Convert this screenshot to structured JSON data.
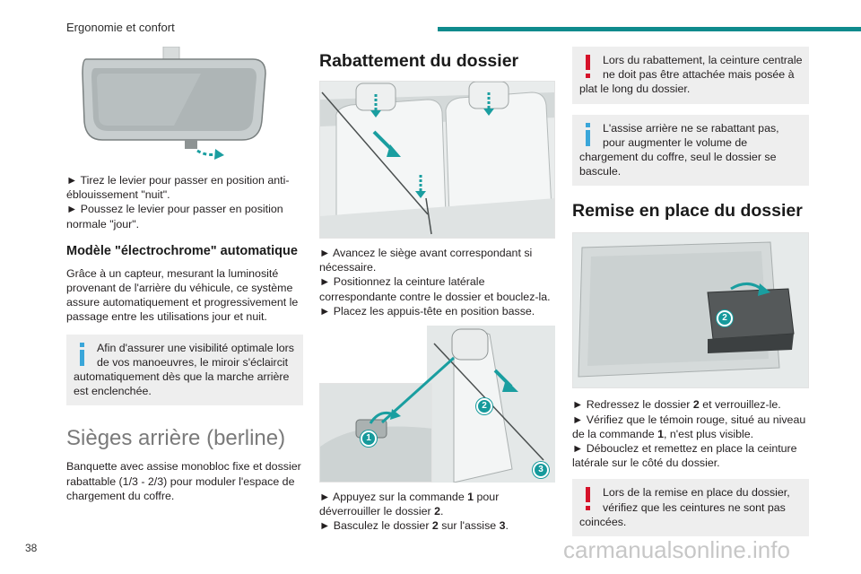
{
  "header": {
    "section_title": "Ergonomie et confort"
  },
  "page_number": "38",
  "watermark": "carmanualsonline.info",
  "col1": {
    "mirror_steps": [
      "► Tirez le levier pour passer en position anti-éblouissement \"nuit\".",
      "► Poussez le levier pour passer en position normale \"jour\"."
    ],
    "electrochrome_heading": "Modèle \"électrochrome\" automatique",
    "electrochrome_text": "Grâce à un capteur, mesurant la luminosité provenant de l'arrière du véhicule, ce système assure automatiquement et progressivement le passage entre les utilisations jour et nuit.",
    "info_note": "Afin d'assurer une visibilité optimale lors de vos manoeuvres, le miroir s'éclaircit automatiquement dès que la marche arrière est enclenchée.",
    "rear_seats_heading": "Sièges arrière (berline)",
    "rear_seats_text": "Banquette avec assise monobloc fixe et dossier rabattable (1/3 - 2/3) pour moduler l'espace de chargement du coffre."
  },
  "col2": {
    "heading": "Rabattement du dossier",
    "steps_a": [
      "► Avancez le siège avant correspondant si nécessaire.",
      "► Positionnez la ceinture latérale correspondante contre le dossier et bouclez-la.",
      "► Placez les appuis-tête en position basse."
    ],
    "step_b1_pre": "► Appuyez sur la commande ",
    "step_b1_num": "1",
    "step_b1_mid": " pour déverrouiller le dossier ",
    "step_b1_num2": "2",
    "step_b1_post": ".",
    "step_b2_pre": "► Basculez le dossier ",
    "step_b2_num": "2",
    "step_b2_mid": " sur l'assise ",
    "step_b2_num2": "3",
    "step_b2_post": ".",
    "callouts": [
      "1",
      "2",
      "3"
    ]
  },
  "col3": {
    "warn_note_1": "Lors du rabattement, la ceinture centrale ne doit pas être attachée mais posée à plat le long du dossier.",
    "info_note": "L'assise arrière ne se rabattant pas, pour augmenter le volume de chargement du coffre, seul le dossier se bascule.",
    "heading": "Remise en place du dossier",
    "callout": "2",
    "step1_pre": "► Redressez le dossier ",
    "step1_num": "2",
    "step1_post": " et verrouillez-le.",
    "step2_pre": "► Vérifiez que le témoin rouge, situé au niveau de la commande ",
    "step2_num": "1",
    "step2_post": ", n'est plus visible.",
    "step3": "► Débouclez et remettez en place la ceinture latérale sur le côté du dossier.",
    "warn_note_2": "Lors de la remise en place du dossier, vérifiez que les ceintures ne sont pas coincées."
  },
  "colors": {
    "accent": "#0f8b8d",
    "info": "#3aa6d9",
    "warning": "#d6122a",
    "note_bg": "#eeeeee"
  }
}
